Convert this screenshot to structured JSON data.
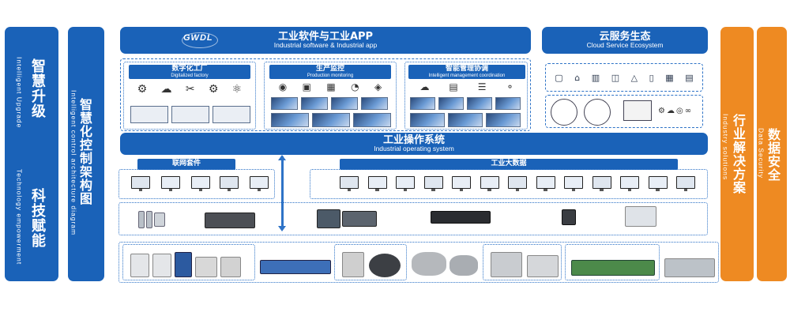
{
  "left_banner_1": {
    "cn": "智慧升级",
    "en": "Intelligent Upgrade",
    "cn2": "科技赋能",
    "en2": "Technology empowerment"
  },
  "left_banner_2": {
    "cn": "智慧化控制架构图",
    "en": "Intelligent control architecture diagram"
  },
  "app_header": {
    "logo": "GWDL",
    "cn": "工业软件与工业APP",
    "en": "Industrial software & Industrial app"
  },
  "cloud_header": {
    "cn": "云服务生态",
    "en": "Cloud Service Ecosystem"
  },
  "digital_factory": {
    "cn": "数字化工厂",
    "en": "Digitalized factory"
  },
  "production_monitoring": {
    "cn": "生产监控",
    "en": "Production monitoring"
  },
  "intelligent_mgmt": {
    "cn": "智能管理协调",
    "en": "Intelligent management coordination"
  },
  "os_header": {
    "cn": "工业操作系统",
    "en": "Industrial operating system"
  },
  "iot_kit": {
    "cn": "联网套件"
  },
  "big_data": {
    "cn": "工业大数据"
  },
  "right_banner_1": {
    "cn": "行业解决方案",
    "en": "Industry solutions"
  },
  "right_banner_2": {
    "cn": "数据安全",
    "en": "Data Security"
  },
  "colors": {
    "blue": "#1a62b8",
    "orange": "#ee8a22",
    "dash": "#2e73c7"
  }
}
